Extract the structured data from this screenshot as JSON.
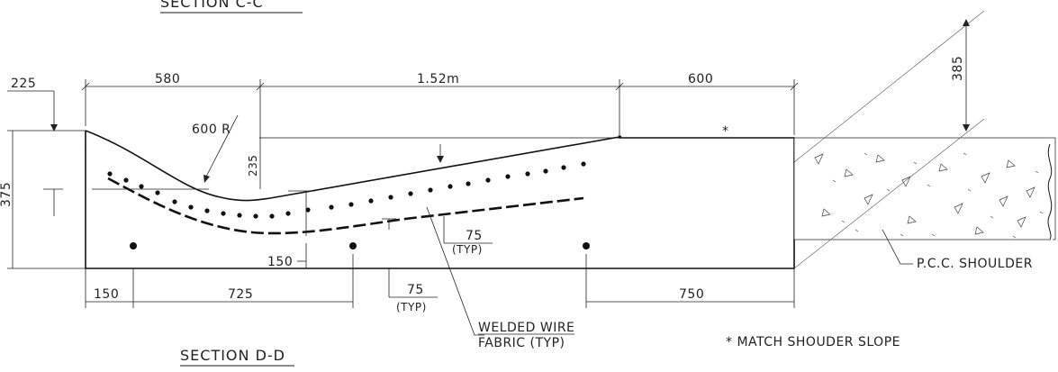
{
  "title_top": "SECTION C-C",
  "title_bottom": "SECTION D-D",
  "dims": {
    "d225": "225",
    "d580": "580",
    "d152": "1.52m",
    "d600": "600",
    "d385": "385",
    "d375": "375",
    "d600r": "600 R",
    "d235": "235",
    "d150v": "150",
    "d150": "150",
    "d725": "725",
    "d75a": "75",
    "d75b": "75",
    "typ": "(TYP)",
    "d750": "750"
  },
  "notes": {
    "wwf_line1": "WELDED WIRE",
    "wwf_line2": "FABRIC (TYP)",
    "match": "* MATCH SHOUDER SLOPE",
    "star": "*",
    "pcc": "P.C.C. SHOULDER"
  }
}
